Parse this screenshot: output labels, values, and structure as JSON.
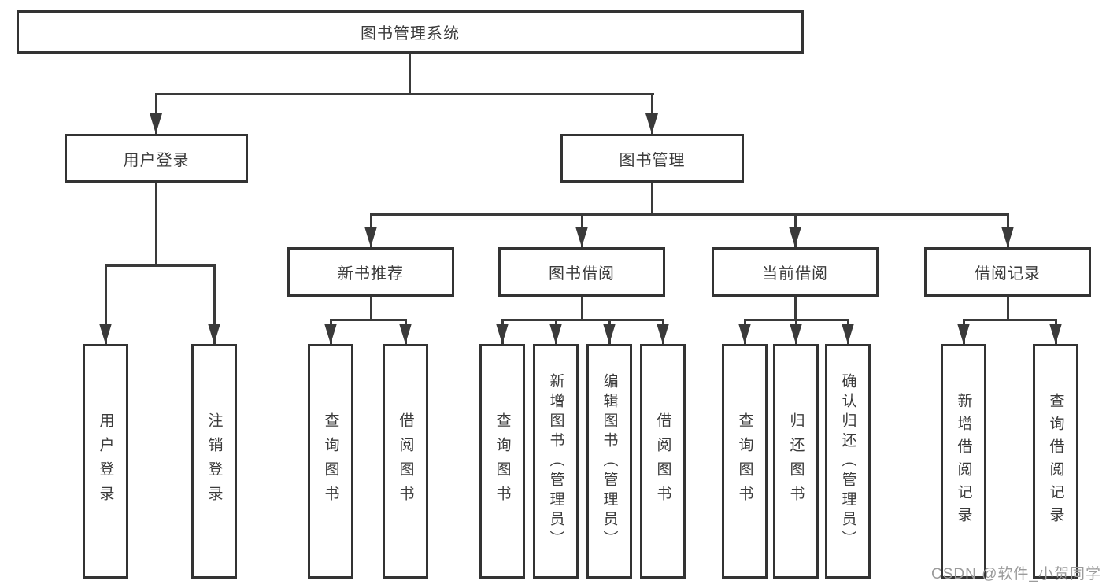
{
  "diagram": {
    "type": "hierarchy-tree",
    "root": {
      "label": "图书管理系统"
    },
    "level2": [
      {
        "label": "用户登录"
      },
      {
        "label": "图书管理"
      }
    ],
    "level3": [
      {
        "label": "新书推荐",
        "parent": "图书管理"
      },
      {
        "label": "图书借阅",
        "parent": "图书管理"
      },
      {
        "label": "当前借阅",
        "parent": "图书管理"
      },
      {
        "label": "借阅记录",
        "parent": "图书管理"
      }
    ],
    "leaves": [
      {
        "label": "用户登录",
        "parent": "用户登录"
      },
      {
        "label": "注销登录",
        "parent": "用户登录"
      },
      {
        "label": "查询图书",
        "parent": "新书推荐"
      },
      {
        "label": "借阅图书",
        "parent": "新书推荐"
      },
      {
        "label": "查询图书",
        "parent": "图书借阅"
      },
      {
        "label": "新增图书（管理员）",
        "parent": "图书借阅"
      },
      {
        "label": "编辑图书（管理员）",
        "parent": "图书借阅"
      },
      {
        "label": "借阅图书",
        "parent": "图书借阅"
      },
      {
        "label": "查询图书",
        "parent": "当前借阅"
      },
      {
        "label": "归还图书",
        "parent": "当前借阅"
      },
      {
        "label": "确认归还（管理员）",
        "parent": "当前借阅"
      },
      {
        "label": "新增借阅记录",
        "parent": "借阅记录"
      },
      {
        "label": "查询借阅记录",
        "parent": "借阅记录"
      }
    ]
  },
  "watermark": "CSDN @软件_小贺同学",
  "colors": {
    "line": "#3a3a3a",
    "border": "#333333",
    "text": "#3b3b3b",
    "background": "#ffffff",
    "watermark": "#9b9b9b"
  }
}
